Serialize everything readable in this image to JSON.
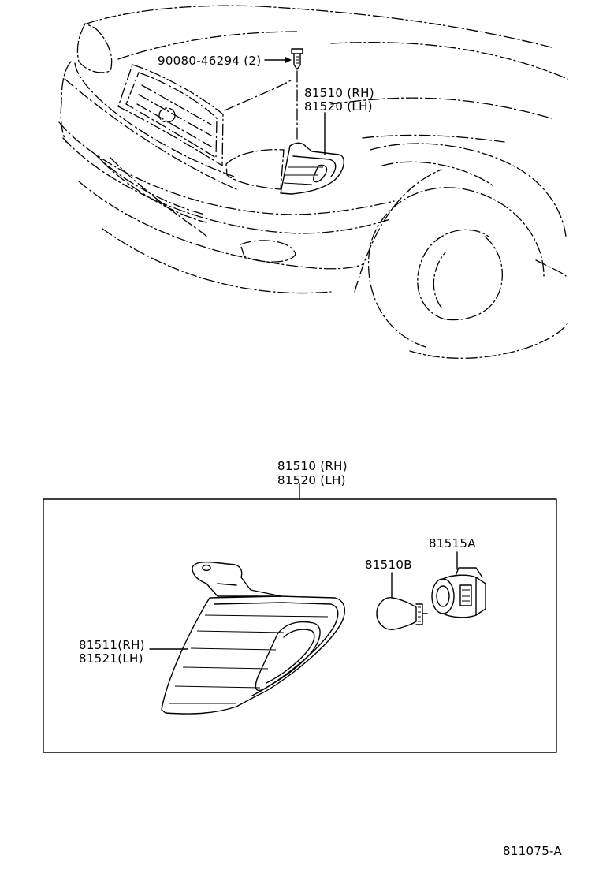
{
  "callouts": {
    "clip": "90080-46294 (2)",
    "assy_top_rh": "81510 (RH)",
    "assy_top_lh": "81520 (LH)",
    "assy_box_rh": "81510 (RH)",
    "assy_box_lh": "81520 (LH)",
    "lens_rh": "81511(RH)",
    "lens_lh": "81521(LH)",
    "bulb": "81510B",
    "socket": "81515A"
  },
  "footer": {
    "code": "811075-A"
  }
}
